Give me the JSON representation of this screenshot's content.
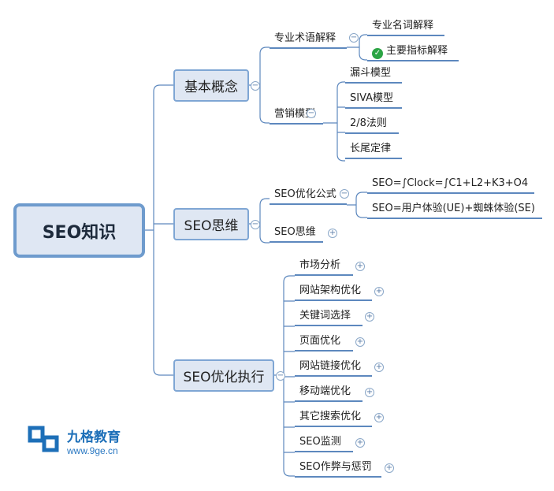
{
  "root": "SEO知识",
  "branches": [
    {
      "label": "基本概念",
      "children": [
        {
          "label": "专业术语解释",
          "toggle": "−",
          "children": [
            {
              "label": "专业名词解释"
            },
            {
              "label": "主要指标解释",
              "icon": "check-icon"
            }
          ]
        },
        {
          "label": "营销模型",
          "toggle": "−",
          "children": [
            {
              "label": "漏斗模型"
            },
            {
              "label": "SIVA模型"
            },
            {
              "label": "2/8法则"
            },
            {
              "label": "长尾定律"
            }
          ]
        }
      ]
    },
    {
      "label": "SEO思维",
      "children": [
        {
          "label": "SEO优化公式",
          "toggle": "−",
          "children": [
            {
              "label": "SEO=∫Clock=∫C1+L2+K3+O4"
            },
            {
              "label": "SEO=用户体验(UE)+蜘蛛体验(SE)"
            }
          ]
        },
        {
          "label": "SEO思维",
          "toggle": "+"
        }
      ]
    },
    {
      "label": "SEO优化执行",
      "children": [
        {
          "label": "市场分析",
          "toggle": "+"
        },
        {
          "label": "网站架构优化",
          "toggle": "+"
        },
        {
          "label": "关键词选择",
          "toggle": "+"
        },
        {
          "label": "页面优化",
          "toggle": "+"
        },
        {
          "label": "网站链接优化",
          "toggle": "+"
        },
        {
          "label": "移动端优化",
          "toggle": "+"
        },
        {
          "label": "其它搜索优化",
          "toggle": "+"
        },
        {
          "label": "SEO监测",
          "toggle": "+"
        },
        {
          "label": "SEO作弊与惩罚",
          "toggle": "+"
        }
      ]
    }
  ],
  "branch_toggle": "−",
  "logo": {
    "name": "九格教育",
    "url": "www.9ge.cn"
  },
  "colors": {
    "line": "#5d88be",
    "node_fill": "#dfe7f3",
    "root_border": "#6e9bcd",
    "check": "#2ba444",
    "logo": "#1d6fb8"
  }
}
